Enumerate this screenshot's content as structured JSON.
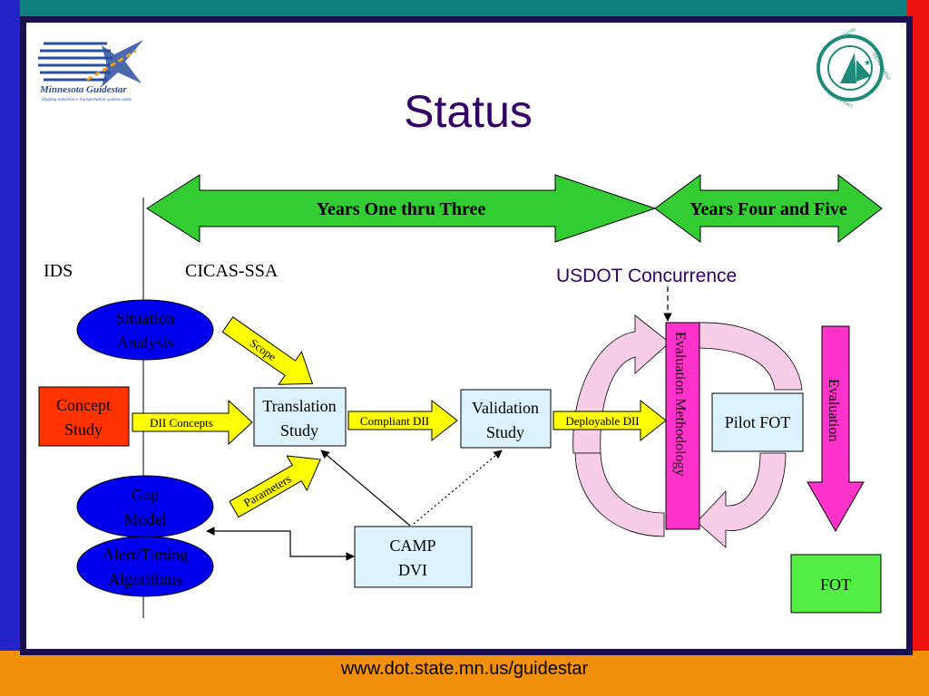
{
  "slide": {
    "title": "Status",
    "footer_url": "www.dot.state.mn.us/guidestar"
  },
  "logos": {
    "left": {
      "name": "Minnesota Guidestar",
      "tagline": "Shaping tomorrow's transportation systems today"
    },
    "right": {
      "lettering": "MINNESOTA DEPARTMENT OF TRANSPORTATION"
    }
  },
  "timeline": {
    "phase1": "Years One thru Three",
    "phase2": "Years Four and Five"
  },
  "labels": {
    "ids": "IDS",
    "cicas": "CICAS-SSA",
    "usdot": "USDOT Concurrence"
  },
  "nodes": {
    "situation_l1": "Situation",
    "situation_l2": "Analysis",
    "concept_l1": "Concept",
    "concept_l2": "Study",
    "gap_l1": "Gap",
    "gap_l2": "Model",
    "alert_l1": "Alert/Timing",
    "alert_l2": "Algorithms",
    "translation_l1": "Translation",
    "translation_l2": "Study",
    "validation_l1": "Validation",
    "validation_l2": "Study",
    "camp_l1": "CAMP",
    "camp_l2": "DVI",
    "pilot": "Pilot FOT",
    "fot": "FOT",
    "eval_method": "Evaluation Methodology",
    "evaluation": "Evaluation"
  },
  "arrows": {
    "scope": "Scope",
    "dii_concepts": "DII Concepts",
    "parameters": "Parameters",
    "compliant": "Compliant DII",
    "deployable": "Deployable DII"
  },
  "colors": {
    "left_band": "#2424cc",
    "right_band": "#ee1111",
    "top_band": "#108080",
    "bottom_band": "#f0900c",
    "title": "#330066",
    "green_arrow": "#33cc33",
    "yellow_arrow": "#ffff00",
    "ellipse": "#0000ee",
    "concept_box": "#ff3300",
    "light_box": "#ddf2ff",
    "magenta": "#ff33cc",
    "pink_loop": "#f8cde8",
    "fot_box": "#55ee44"
  }
}
